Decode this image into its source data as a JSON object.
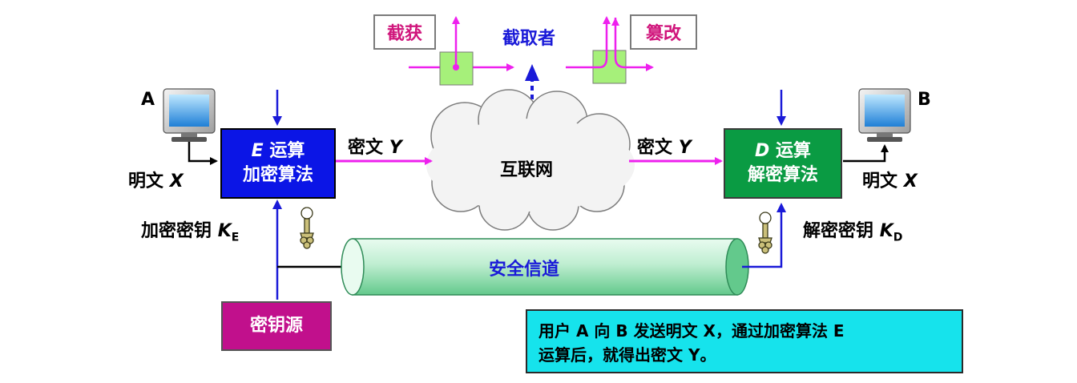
{
  "interceptor": {
    "title": "截取者",
    "intercept": "截获",
    "tamper": "篡改"
  },
  "host_a": {
    "label": "A",
    "plain_text": "明文",
    "plain_var": "X"
  },
  "host_b": {
    "label": "B",
    "plain_text": "明文",
    "plain_var": "X"
  },
  "encrypt_box": {
    "var": "E",
    "line1": "运算",
    "line2": "加密算法",
    "color": "#0b15e6"
  },
  "decrypt_box": {
    "var": "D",
    "line1": "运算",
    "line2": "解密算法",
    "color": "#0a9b43"
  },
  "cipher_left": {
    "text": "密文",
    "var": "Y"
  },
  "cipher_right": {
    "text": "密文",
    "var": "Y"
  },
  "internet": "互联网",
  "enc_key": {
    "text": "加密密钥",
    "var": "K",
    "sub": "E"
  },
  "dec_key": {
    "text": "解密密钥",
    "var": "K",
    "sub": "D"
  },
  "secure_channel": "安全信道",
  "key_source": {
    "label": "密钥源",
    "color": "#c1108c"
  },
  "note": {
    "line1": "用户 A 向 B 发送明文 X，通过加密算法 E",
    "line2": "运算后，就得出密文 Y。",
    "bg": "#16e3ec"
  },
  "colors": {
    "flow": "#ee20ee",
    "key_line": "#1a1ad8",
    "tap": "#a6f07a"
  }
}
